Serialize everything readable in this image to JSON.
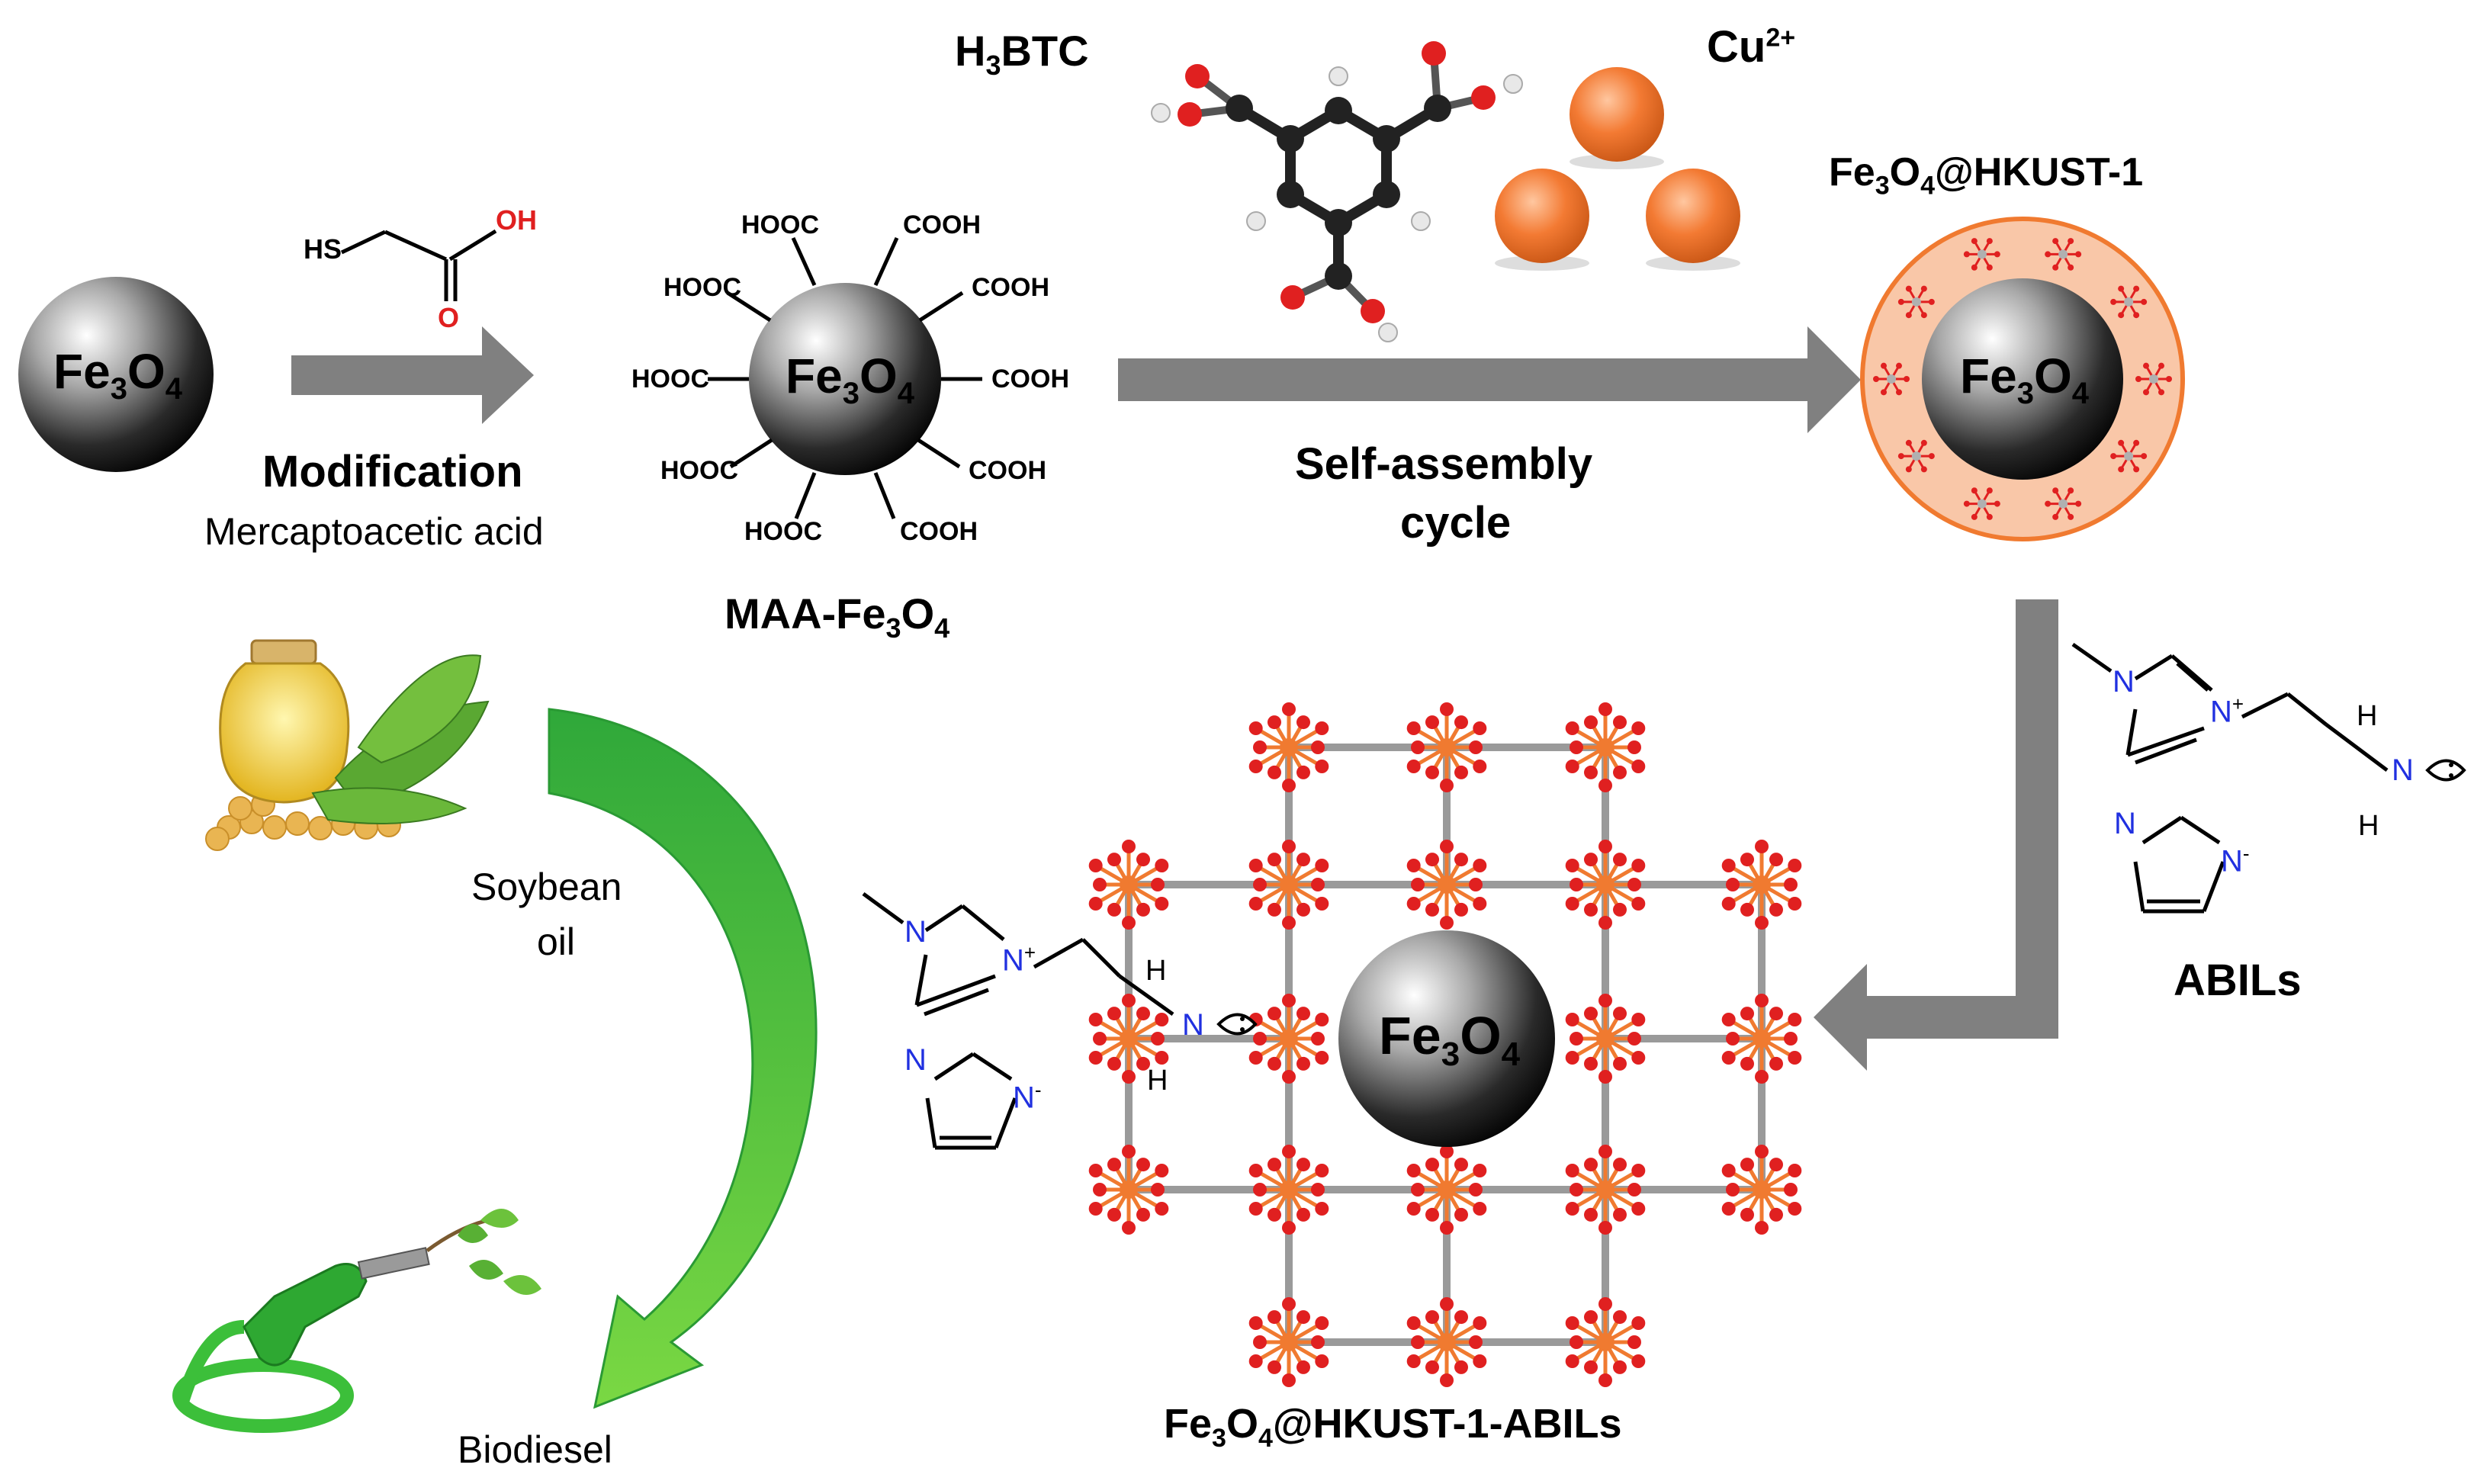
{
  "nodes": {
    "fe3o4_start": {
      "label_main": "Fe",
      "sub1": "3",
      "mid": "O",
      "sub2": "4"
    },
    "maa_fe3o4": {
      "caption": "MAA-Fe",
      "caption_sub1": "3",
      "caption_mid": "O",
      "caption_sub2": "4",
      "cooh_left": [
        "HOOC",
        "HOOC",
        "HOOC",
        "HOOC",
        "HOOC"
      ],
      "cooh_right": [
        "COOH",
        "COOH",
        "COOH",
        "COOH",
        "COOH"
      ]
    },
    "fe3o4_hkust": {
      "caption": "Fe3O4@HKUST-1"
    },
    "fe3o4_hkust_abils": {
      "caption": "Fe3O4@HKUST-1-ABILs"
    }
  },
  "steps": {
    "modification": {
      "title": "Modification",
      "subtitle": "Mercaptoacetic acid"
    },
    "self_assembly": {
      "line1": "Self-assembly",
      "line2": "cycle"
    }
  },
  "reagents": {
    "h3btc": {
      "label": "H",
      "sub": "3",
      "rest": "BTC"
    },
    "cu": {
      "label": "Cu",
      "sup": "2+"
    },
    "mercaptoacetic": {
      "hs": "HS",
      "oh": "OH",
      "o": "O"
    },
    "abils": {
      "label": "ABILs",
      "n": "N",
      "n_plus": "N",
      "plus": "+",
      "n_minus": "N",
      "minus": "-",
      "h": "H"
    }
  },
  "biodiesel_cycle": {
    "source": {
      "line1": "Soybean",
      "line2": "oil"
    },
    "product": "Biodiesel"
  },
  "colors": {
    "arrow_gray": "#808080",
    "green_arrow": "#4fc23a",
    "oxygen_red": "#e02020",
    "copper_orange": "#f07a30",
    "nitrogen_blue": "#2030e0",
    "sulfur_orange": "#f0a020",
    "shell_peach": "#f9c7a8"
  },
  "icons": [
    "soybean-oil-jar-icon",
    "fuel-nozzle-plant-icon"
  ]
}
